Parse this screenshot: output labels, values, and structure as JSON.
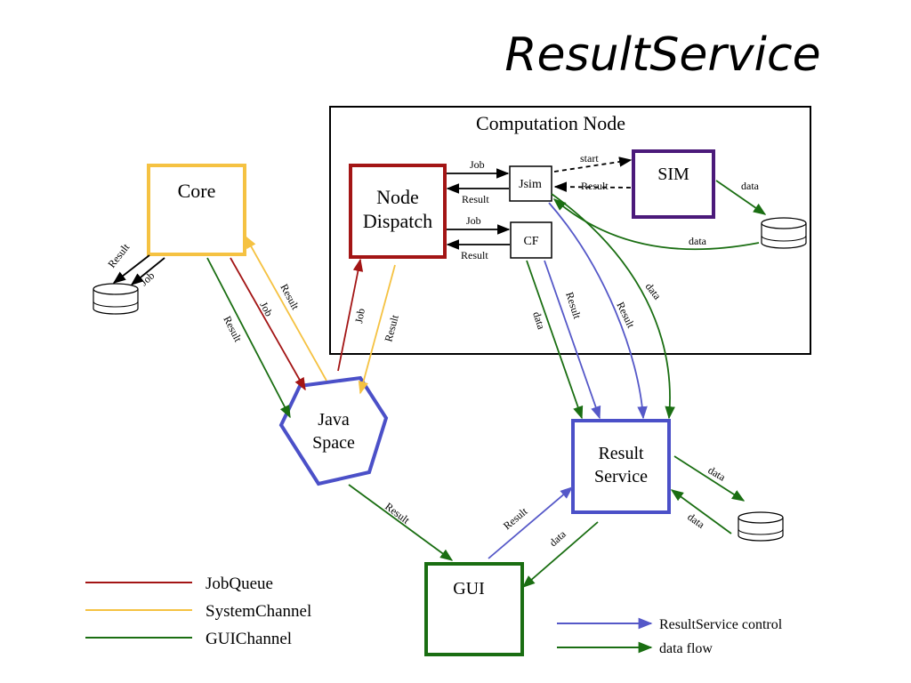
{
  "title": "ResultService",
  "nodes": {
    "computation_node": "Computation Node",
    "core": "Core",
    "node_dispatch_line1": "Node",
    "node_dispatch_line2": "Dispatch",
    "jsim": "Jsim",
    "cf": "CF",
    "sim": "SIM",
    "java_space_line1": "Java",
    "java_space_line2": "Space",
    "result_service_line1": "Result",
    "result_service_line2": "Service",
    "gui": "GUI"
  },
  "edge_labels": {
    "job": "Job",
    "result": "Result",
    "data": "data",
    "start": "start"
  },
  "legend": {
    "job_queue": "JobQueue",
    "system_channel": "SystemChannel",
    "gui_channel": "GUIChannel",
    "result_service_control": "ResultService control",
    "data_flow": "data flow"
  },
  "colors": {
    "job_queue": "#a31515",
    "system_channel": "#f5c242",
    "gui_channel": "#1a6e12",
    "result_service_control": "#5558c8",
    "sim_border": "#4b1a7a",
    "core_border": "#f5c242",
    "node_dispatch_border": "#a31515",
    "java_space_border": "#4b50c8",
    "result_service_border": "#4b50c8",
    "gui_border": "#1a6e12"
  }
}
